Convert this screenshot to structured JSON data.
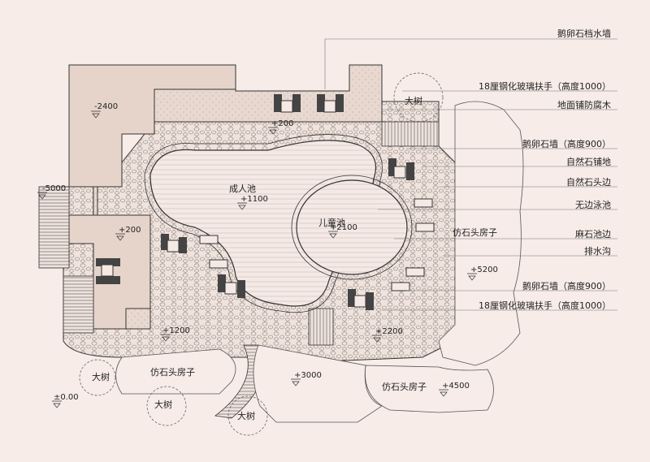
{
  "callouts": [
    "鹅卵石档水墙",
    "18厘钢化玻璃扶手（高度1000）",
    "地面铺防腐木",
    "鹅卵石墙（高度900）",
    "自然石铺地",
    "自然石头边",
    "无边泳池",
    "麻石池边",
    "排水沟",
    "鹅卵石墙（高度900）",
    "18厘钢化玻璃扶手（高度1000）"
  ],
  "labels": {
    "adult_pool": "成人池",
    "kids_pool": "儿童池",
    "rock_house_1": "仿石头房子",
    "rock_house_2": "仿石头房子",
    "rock_house_3": "仿石头房子",
    "tree_1": "大树",
    "tree_2": "大树",
    "tree_3": "大树",
    "tree_4": "大树"
  },
  "elevations": {
    "e_m2400": "-2400",
    "e_200a": "+200",
    "e_m5000": "-5000",
    "e_200b": "+200",
    "e_1100": "+1100",
    "e_2100": "+2100",
    "e_5200": "+5200",
    "e_1200": "+1200",
    "e_2200": "+2200",
    "e_3000": "+3000",
    "e_4500": "+4500",
    "e_000": "±0.00"
  },
  "colors": {
    "background": "#f7ece8",
    "deck": "#e8d8cf",
    "stone": "#efe3dd",
    "line": "#333333",
    "callout_line": "#777777"
  }
}
